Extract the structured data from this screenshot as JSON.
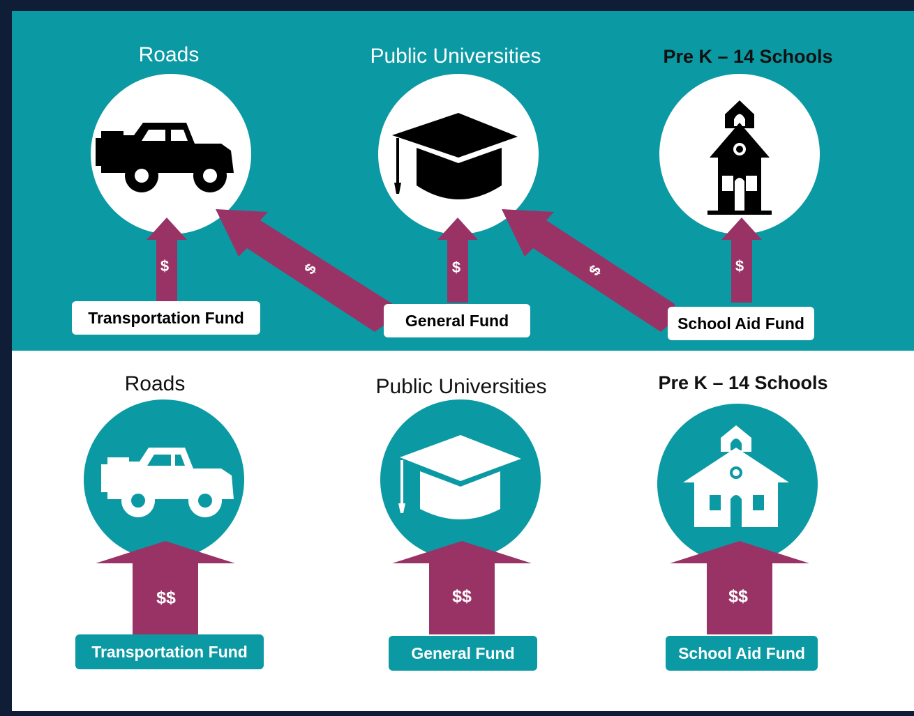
{
  "top_panel": {
    "targets": [
      {
        "title": "Roads",
        "icon": "car-icon"
      },
      {
        "title": "Public Universities",
        "icon": "graduation-cap-icon"
      },
      {
        "title": "Pre K – 14 Schools",
        "icon": "schoolhouse-icon"
      }
    ],
    "funds": [
      "Transportation Fund",
      "General Fund",
      "School Aid Fund"
    ],
    "arrow_labels": [
      "$",
      "$",
      "$",
      "$",
      "$"
    ]
  },
  "bottom_panel": {
    "targets": [
      {
        "title": "Roads",
        "icon": "car-icon"
      },
      {
        "title": "Public Universities",
        "icon": "graduation-cap-icon"
      },
      {
        "title": "Pre K – 14 Schools",
        "icon": "schoolhouse-icon"
      }
    ],
    "funds": [
      "Transportation Fund",
      "General Fund",
      "School Aid Fund"
    ],
    "arrow_labels": [
      "$$",
      "$$",
      "$$"
    ]
  },
  "colors": {
    "teal": "#0b99a3",
    "arrow": "#993366",
    "background": "#0f1e36"
  }
}
